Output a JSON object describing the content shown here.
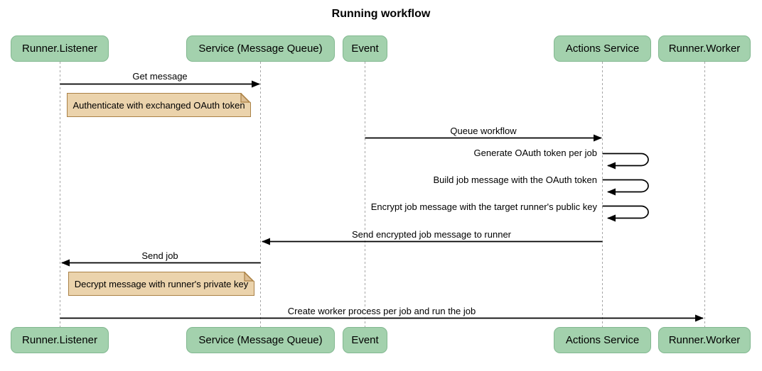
{
  "title": "Running workflow",
  "diagram_type": "sequence",
  "colors": {
    "participant_fill": "#a3d1ad",
    "participant_border": "#82b890",
    "note_fill": "#ebd3ac",
    "note_border": "#aa8146",
    "lifeline": "#a6a6a6",
    "arrow": "#000000",
    "text": "#000000",
    "background": "#ffffff"
  },
  "participants": [
    {
      "label": "Runner.Listener"
    },
    {
      "label": "Service (Message Queue)"
    },
    {
      "label": "Event"
    },
    {
      "label": "Actions Service"
    },
    {
      "label": "Runner.Worker"
    }
  ],
  "messages": [
    {
      "label": "Get message",
      "from": "Runner.Listener",
      "to": "Service (Message Queue)",
      "self": false
    },
    {
      "label": "Queue workflow",
      "from": "Event",
      "to": "Actions Service",
      "self": false
    },
    {
      "label": "Generate OAuth token per job",
      "from": "Actions Service",
      "to": "Actions Service",
      "self": true
    },
    {
      "label": "Build job message with the OAuth token",
      "from": "Actions Service",
      "to": "Actions Service",
      "self": true
    },
    {
      "label": "Encrypt job message with the target runner's public key",
      "from": "Actions Service",
      "to": "Actions Service",
      "self": true
    },
    {
      "label": "Send encrypted job message to runner",
      "from": "Actions Service",
      "to": "Service (Message Queue)",
      "self": false
    },
    {
      "label": "Send job",
      "from": "Service (Message Queue)",
      "to": "Runner.Listener",
      "self": false
    },
    {
      "label": "Create worker process per job and run the job",
      "from": "Runner.Listener",
      "to": "Runner.Worker",
      "self": false
    }
  ],
  "notes": [
    {
      "label": "Authenticate with exchanged OAuth token",
      "over": "Runner.Listener"
    },
    {
      "label": "Decrypt message with runner's private key",
      "over": "Runner.Listener"
    }
  ]
}
